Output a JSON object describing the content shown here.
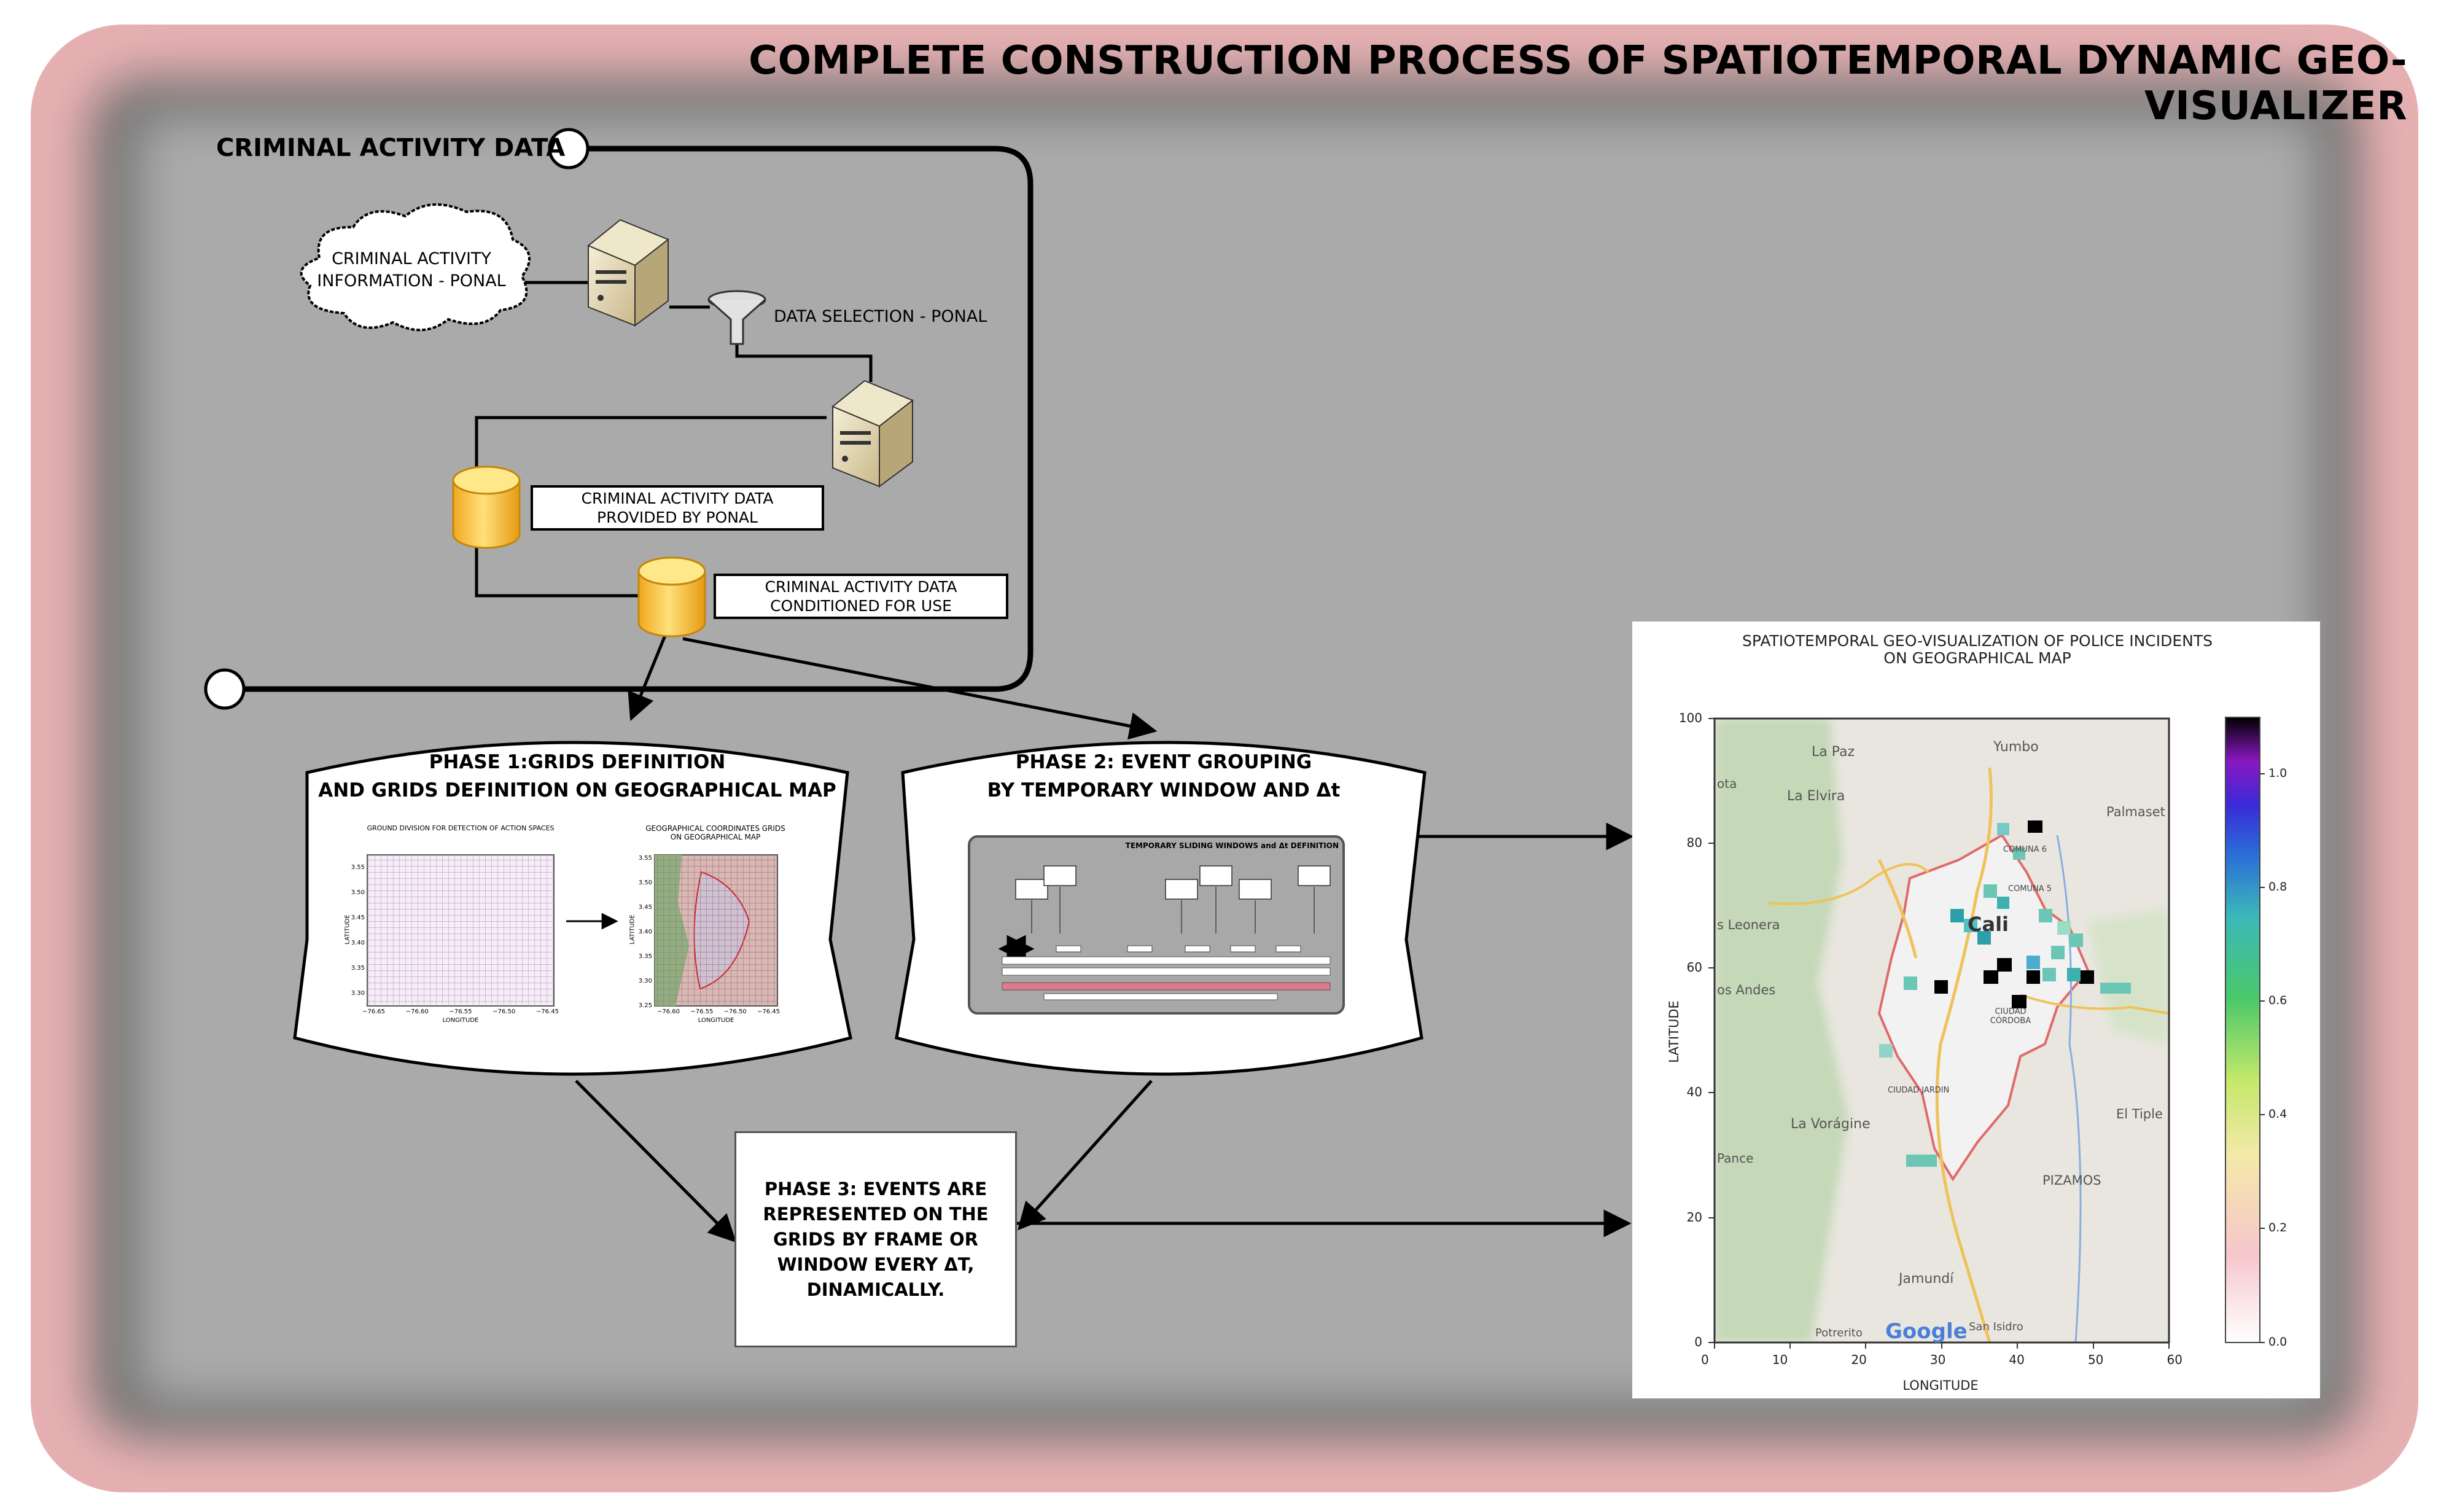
{
  "title": "COMPLETE CONSTRUCTION PROCESS OF SPATIOTEMPORAL DYNAMIC GEO-VISUALIZER",
  "colors": {
    "outer_frame": "#e8b4b4",
    "panel": "#aaaaaa",
    "cylinder": "#f5c13a",
    "server": "#e8dcb8"
  },
  "data_section": {
    "label": "CRIMINAL ACTIVITY DATA",
    "cloud": "CRIMINAL ACTIVITY INFORMATION - PONAL",
    "filter": "DATA SELECTION - PONAL",
    "db1": "CRIMINAL ACTIVITY DATA PROVIDED BY PONAL",
    "db2": "CRIMINAL ACTIVITY DATA CONDITIONED FOR USE"
  },
  "phase1": {
    "title_line1": "PHASE 1:GRIDS DEFINITION",
    "title_line2": "AND GRIDS DEFINITION ON GEOGRAPHICAL MAP",
    "left_plot_title": "GROUND DIVISION FOR DETECTION OF ACTION SPACES",
    "right_plot_title_1": "GEOGRAPHICAL COORDINATES GRIDS",
    "right_plot_title_2": "ON GEOGRAPHICAL MAP",
    "xlabel": "LONGITUDE",
    "ylabel": "LATITUDE",
    "yticks": [
      "3.55",
      "3.50",
      "3.45",
      "3.40",
      "3.35",
      "3.30",
      "3.25"
    ],
    "xticks_left": [
      "−76.65",
      "−76.60",
      "−76.55",
      "−76.50",
      "−76.45"
    ],
    "xticks_right": [
      "−76.60",
      "−76.55",
      "−76.50",
      "−76.45"
    ]
  },
  "phase2": {
    "title_line1": "PHASE 2: EVENT GROUPING",
    "title_line2": "BY TEMPORARY WINDOW  AND Δt",
    "panel_title": "TEMPORARY SLIDING WINDOWS and Δt DEFINITION"
  },
  "phase3": {
    "text": "PHASE 3: EVENTS ARE REPRESENTED ON THE GRIDS BY FRAME OR WINDOW EVERY ΔT, DINAMICALLY."
  },
  "map": {
    "title_line1": "SPATIOTEMPORAL GEO-VISUALIZATION OF POLICE INCIDENTS",
    "title_line2": "ON GEOGRAPHICAL MAP",
    "xlabel": "LONGITUDE",
    "ylabel": "LATITUDE",
    "xticks": [
      "0",
      "10",
      "20",
      "30",
      "40",
      "50",
      "60"
    ],
    "yticks": [
      "0",
      "20",
      "40",
      "60",
      "80",
      "100"
    ],
    "colorbar_ticks": [
      "0.0",
      "0.2",
      "0.4",
      "0.6",
      "0.8",
      "1.0"
    ],
    "places": {
      "la_paz": "La Paz",
      "yumbo": "Yumbo",
      "palmaseca": "Palmaset",
      "la_elvira": "La Elvira",
      "bota": "ota",
      "comuna6": "COMUNA 6",
      "comuna5": "COMUNA 5",
      "cali": "Cali",
      "leonera": "s Leonera",
      "andes": "os Andes",
      "ciudad_cordoba_1": "CIUDAD",
      "ciudad_cordoba_2": "CÓRDOBA",
      "ciudad_jardin": "CIUDAD JARDIN",
      "la_voragine": "La Vorágine",
      "el_tiple": "El Tiple",
      "pance": "Pance",
      "pizamos": "PIZAMOS",
      "jamundi": "Jamundí",
      "potrerito": "Potrerito",
      "google": "Google",
      "san_isidro": "San Isidro"
    }
  }
}
